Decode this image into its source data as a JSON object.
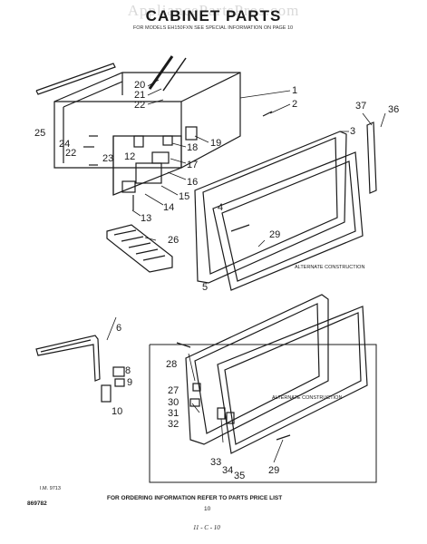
{
  "watermark": "AppliancePartsPros.com",
  "title": "CABINET PARTS",
  "subtitle": "FOR MODELS EH150FXN SEE SPECIAL INFORMATION ON PAGE 10",
  "callouts": [
    "1",
    "2",
    "3",
    "4",
    "5",
    "6",
    "8",
    "9",
    "10",
    "12",
    "13",
    "14",
    "15",
    "16",
    "17",
    "18",
    "19",
    "20",
    "21",
    "22",
    "22",
    "23",
    "24",
    "25",
    "26",
    "27",
    "28",
    "29",
    "29",
    "30",
    "31",
    "32",
    "33",
    "34",
    "35",
    "36",
    "37"
  ],
  "alt_construction_1": "ALTERNATE CONSTRUCTION",
  "alt_construction_2": "ALTERNATE CONSTRUCTION",
  "figure_code": "I.M. 9713",
  "doc_number": "869782",
  "footer_note": "FOR ORDERING INFORMATION REFER TO PARTS PRICE LIST",
  "page_number": "10",
  "handwritten_date": "11 - C - 10",
  "colors": {
    "ink": "#1a1a1a",
    "watermark": "#d9d9d9",
    "background": "#ffffff"
  }
}
